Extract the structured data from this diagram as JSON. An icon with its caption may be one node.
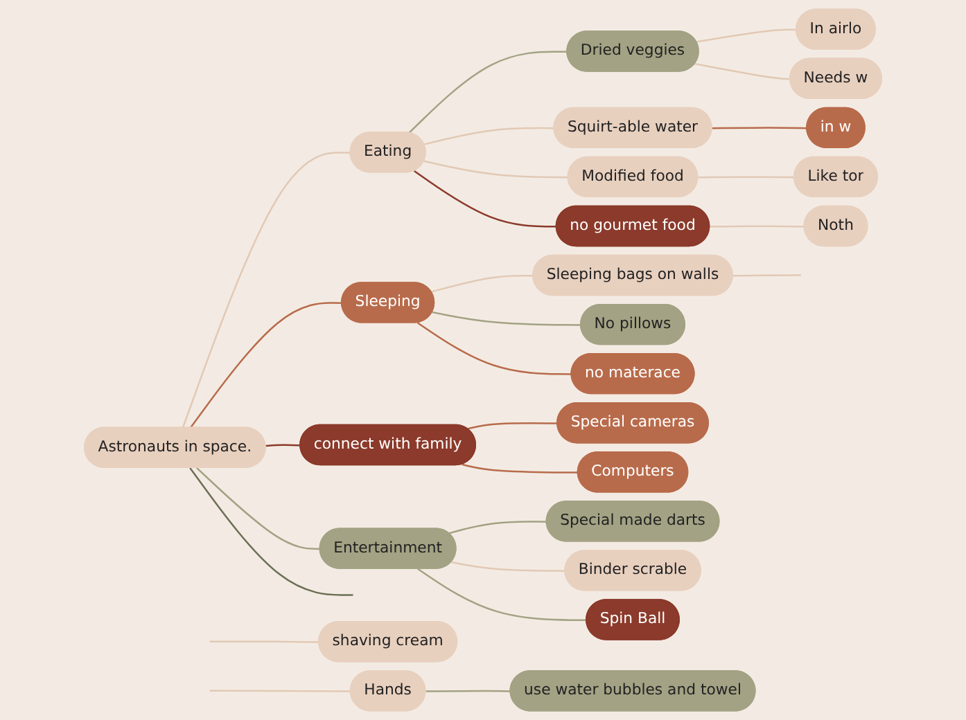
{
  "diagram": {
    "nodes": [
      {
        "text": [
          "Astronauts in space."
        ]
      },
      {
        "text": [
          "Eating"
        ]
      },
      {
        "text": [
          "Dried veggies"
        ]
      },
      {
        "text": [
          "In airlo"
        ]
      },
      {
        "text": [
          "Needs w"
        ]
      },
      {
        "text": [
          "Squirt-able water"
        ]
      },
      {
        "text": [
          "in w"
        ]
      },
      {
        "text": [
          "Modified food"
        ]
      },
      {
        "text": [
          "Like tor"
        ]
      },
      {
        "text": [
          "no gourmet food"
        ]
      },
      {
        "text": [
          "Noth"
        ]
      },
      {
        "text": [
          "Sleeping"
        ]
      },
      {
        "text": [
          "Sleeping bags on walls"
        ]
      },
      {
        "text": [
          "No pillows"
        ]
      },
      {
        "text": [
          "no materace"
        ]
      },
      {
        "text": [
          "connect with family"
        ]
      },
      {
        "text": [
          "Special cameras"
        ]
      },
      {
        "text": [
          "Computers"
        ]
      },
      {
        "text": [
          "Entertainment"
        ]
      },
      {
        "text": [
          "Special made darts"
        ]
      },
      {
        "text": [
          "Binder scrable"
        ]
      },
      {
        "text": [
          "Spin Ball"
        ]
      },
      {
        "text": [
          "shaving cream"
        ]
      },
      {
        "text": [
          "Hands"
        ]
      },
      {
        "text": [
          "use water bubbles and towel"
        ]
      }
    ],
    "edges": [
      {
        "from": 0,
        "to": 1,
        "arrow": "none"
      },
      {
        "from": 1,
        "to": 2,
        "arrow": "none",
        "color": "#a3a284"
      },
      {
        "from": 2,
        "to": 3,
        "arrow": "none"
      },
      {
        "from": 2,
        "to": 4,
        "arrow": "none"
      },
      {
        "from": 1,
        "to": 5,
        "arrow": "none"
      },
      {
        "from": 5,
        "to": 6,
        "arrow": "none",
        "color": "#b86b4b"
      },
      {
        "from": 1,
        "to": 7,
        "arrow": "none"
      },
      {
        "from": 7,
        "to": 8,
        "arrow": "none"
      },
      {
        "from": 1,
        "to": 9,
        "arrow": "none",
        "color": "#8b3a2b"
      },
      {
        "from": 9,
        "to": 10,
        "arrow": "none"
      },
      {
        "from": 0,
        "to": 11,
        "arrow": "none",
        "color": "#b86b4b"
      },
      {
        "from": 11,
        "to": 12,
        "arrow": "none"
      },
      {
        "from": 11,
        "to": 13,
        "arrow": "none",
        "color": "#a3a284"
      },
      {
        "from": 11,
        "to": 14,
        "arrow": "none",
        "color": "#b86b4b"
      },
      {
        "from": 12,
        "to": null,
        "arrow": "none"
      },
      {
        "from": 0,
        "to": 15,
        "arrow": "none",
        "color": "#8b3a2b"
      },
      {
        "from": 15,
        "to": 16,
        "arrow": "none",
        "color": "#b86b4b"
      },
      {
        "from": 15,
        "to": 17,
        "arrow": "none",
        "color": "#b86b4b"
      },
      {
        "from": 0,
        "to": 18,
        "arrow": "none",
        "color": "#a3a284"
      },
      {
        "from": 18,
        "to": 19,
        "arrow": "none",
        "color": "#a3a284"
      },
      {
        "from": 18,
        "to": 20,
        "arrow": "none"
      },
      {
        "from": 18,
        "to": 21,
        "arrow": "none",
        "color": "#a3a284"
      },
      {
        "from": 0,
        "to": null,
        "arrow": "none",
        "color": "#6b6f55"
      },
      {
        "from": null,
        "to": 22,
        "arrow": "none"
      },
      {
        "from": null,
        "to": 23,
        "arrow": "none"
      },
      {
        "from": 23,
        "to": 24,
        "arrow": "none",
        "color": "#a3a284"
      }
    ]
  }
}
